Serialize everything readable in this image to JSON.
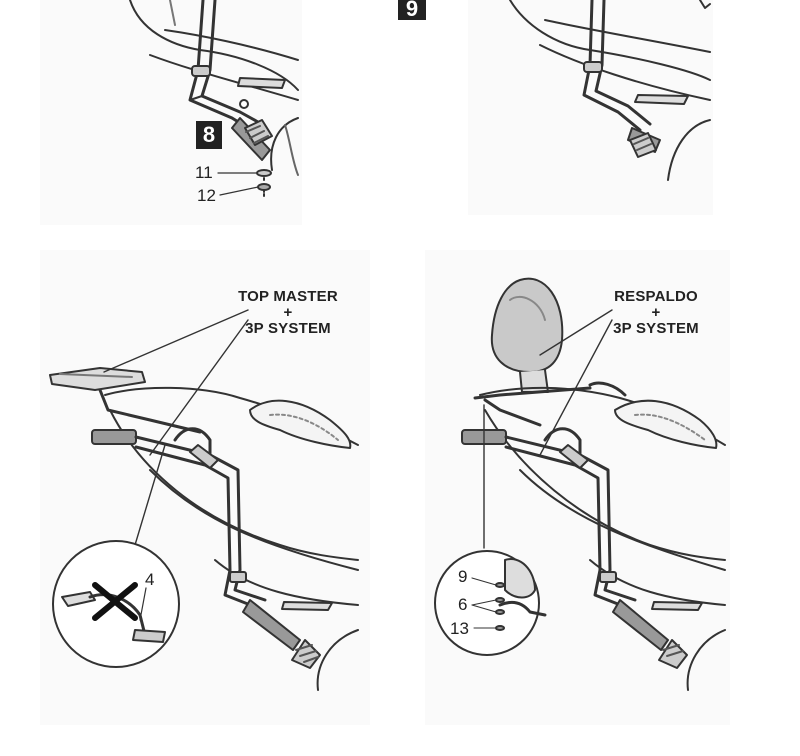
{
  "steps": {
    "step_8": "8",
    "step_9": "9"
  },
  "top_left_parts": {
    "part_11": "11",
    "part_12": "12"
  },
  "bottom_left": {
    "callout_line1": "TOP MASTER",
    "callout_line2": "+",
    "callout_line3": "3P SYSTEM",
    "part_4": "4"
  },
  "bottom_right": {
    "callout_line1": "RESPALDO",
    "callout_line2": "+",
    "callout_line3": "3P SYSTEM",
    "part_9": "9",
    "part_6": "6",
    "part_13": "13"
  }
}
